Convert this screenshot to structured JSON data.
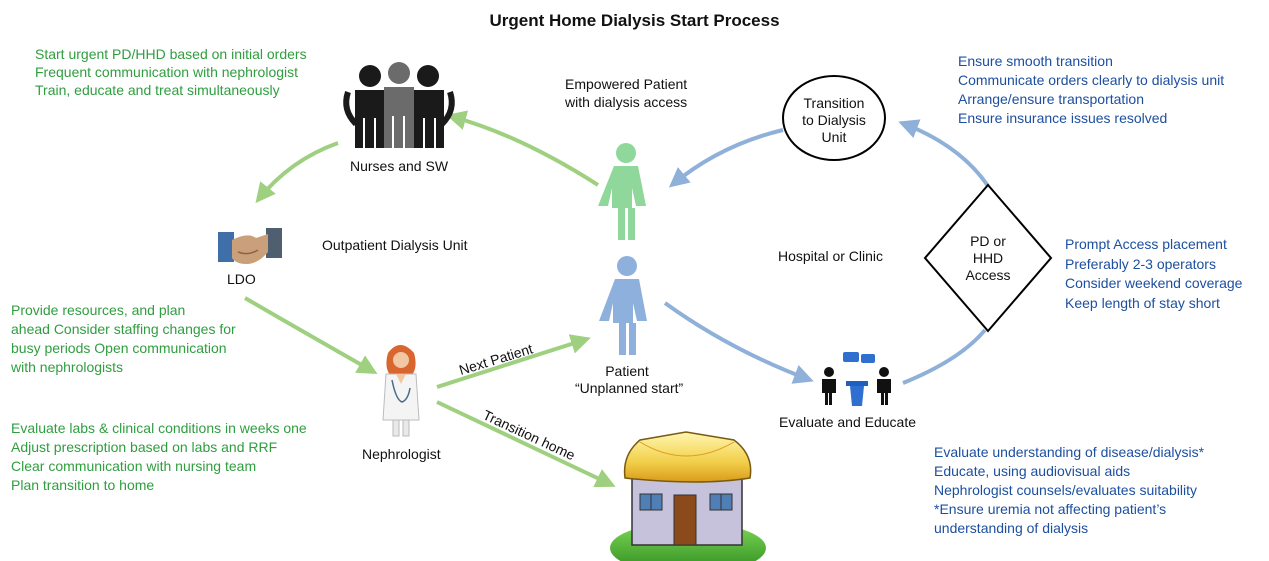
{
  "title": "Urgent Home Dialysis Start Process",
  "colors": {
    "green_text": "#2f9e3f",
    "blue_text": "#1d4fa0",
    "green_arrow": "#9ed07f",
    "blue_arrow": "#8fb0d8",
    "patient_green": "#8fd79a",
    "patient_blue": "#8eb0dd"
  },
  "nodes": {
    "nurses": {
      "label": "Nurses and SW",
      "icon": "group-of-people-icon"
    },
    "ldo": {
      "label": "LDO",
      "icon": "handshake-icon"
    },
    "nephrologist": {
      "label": "Nephrologist",
      "icon": "doctor-icon"
    },
    "patient_unplanned": {
      "label_line1": "Patient",
      "label_line2": "“Unplanned start”",
      "icon": "patient-icon"
    },
    "patient_empowered": {
      "label_line1": "Empowered Patient",
      "label_line2": "with dialysis access",
      "icon": "empowered-patient-icon"
    },
    "evaluate": {
      "label": "Evaluate and Educate",
      "icon": "meeting-icon"
    },
    "transition": {
      "line1": "Transition",
      "line2": "to Dialysis",
      "line3": "Unit"
    },
    "access": {
      "line1": "PD or",
      "line2": "HHD",
      "line3": "Access"
    },
    "home": {
      "icon": "house-icon"
    }
  },
  "zones": {
    "outpatient": "Outpatient Dialysis Unit",
    "hospital": "Hospital or Clinic"
  },
  "arrow_labels": {
    "next_patient": "Next Patient",
    "transition_home": "Transition home"
  },
  "notes": {
    "nurses": [
      "Start urgent PD/HHD based on initial orders",
      "Frequent communication with nephrologist",
      "Train, educate and treat simultaneously"
    ],
    "ldo": [
      "Provide resources, and plan",
      "ahead Consider staffing changes for",
      "busy periods Open communication",
      "with nephrologists"
    ],
    "nephrologist": [
      "Evaluate labs & clinical conditions in weeks one",
      "Adjust prescription based on labs and RRF",
      "Clear communication with nursing team",
      "Plan transition to home"
    ],
    "transition": [
      "Ensure smooth transition",
      "Communicate orders clearly to dialysis unit",
      "Arrange/ensure transportation",
      "Ensure insurance issues resolved"
    ],
    "access": [
      "Prompt Access placement",
      "Preferably 2-3 operators",
      "Consider weekend coverage",
      "Keep length of stay short"
    ],
    "evaluate": [
      "Evaluate understanding of disease/dialysis*",
      "Educate, using audiovisual aids",
      "Nephrologist counsels/evaluates suitability",
      "*Ensure uremia not affecting  patient’s",
      "understanding of dialysis"
    ]
  }
}
